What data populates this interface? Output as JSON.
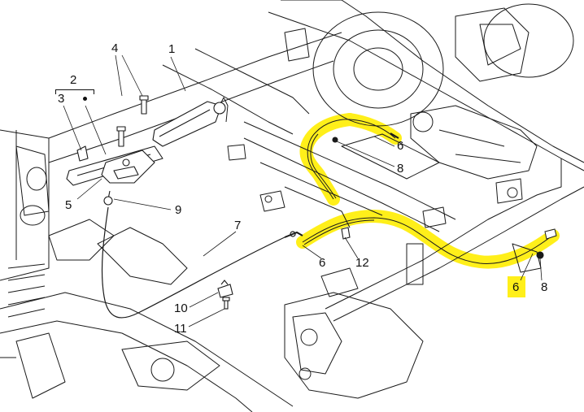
{
  "colors": {
    "line": "#1a1a1a",
    "highlight": "#ffef1a",
    "background": "#ffffff"
  },
  "callouts": {
    "c1": "1",
    "c2": "2",
    "c3": "3",
    "c4": "4",
    "c5": "5",
    "c6a": "6",
    "c6b": "6",
    "c6c": "6",
    "c7": "7",
    "c8a": "8",
    "c8b": "8",
    "c9": "9",
    "c10": "10",
    "c11": "11",
    "c12": "12"
  }
}
